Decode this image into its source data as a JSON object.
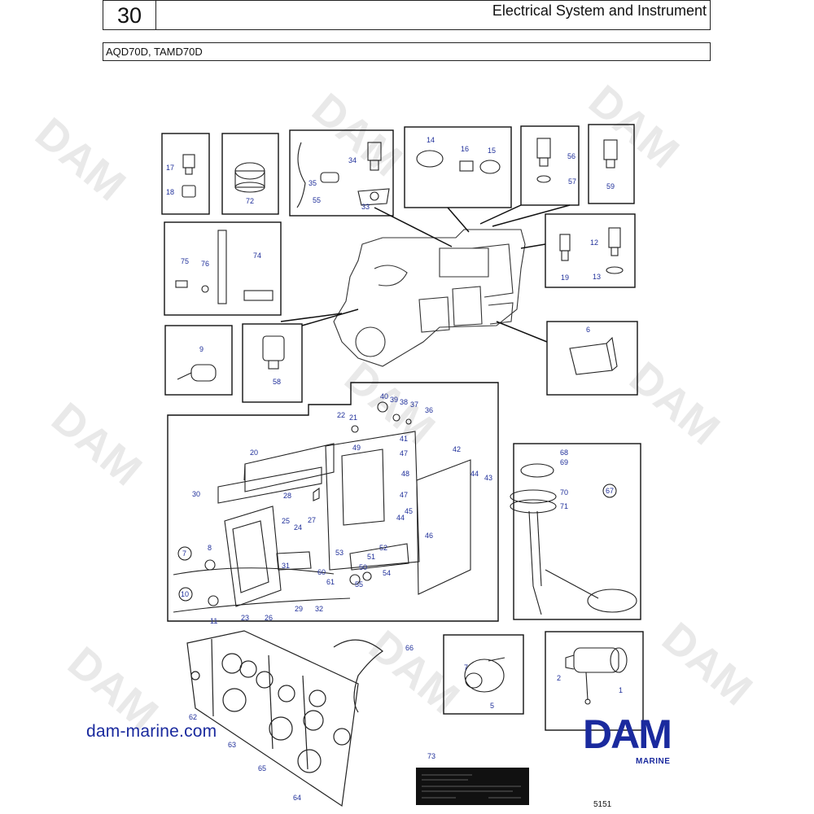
{
  "header": {
    "section_number": "30",
    "title": "Electrical System and Instrument"
  },
  "models": "AQD70D, TAMD70D",
  "watermark": "DAM",
  "website": "dam-marine.com",
  "logo": {
    "text": "DAM",
    "subtitle": "MARINE",
    "color": "#1a2a9e"
  },
  "drawing_code": "5151",
  "part_labels": {
    "p17": "17",
    "p18": "18",
    "p72": "72",
    "p34": "34",
    "p35": "35",
    "p55": "55",
    "p33": "33",
    "p14": "14",
    "p16": "16",
    "p15": "15",
    "p56": "56",
    "p57": "57",
    "p59": "59",
    "p75": "75",
    "p76": "76",
    "p74": "74",
    "p12": "12",
    "p19": "19",
    "p13": "13",
    "p9": "9",
    "p58": "58",
    "p6": "6",
    "p40": "40",
    "p39": "39",
    "p38": "38",
    "p37": "37",
    "p36": "36",
    "p22": "22",
    "p21": "21",
    "p41": "41",
    "p49": "49",
    "p47a": "47",
    "p20": "20",
    "p42": "42",
    "p48": "48",
    "p44a": "44",
    "p43": "43",
    "p30": "30",
    "p28": "28",
    "p47b": "47",
    "p25": "25",
    "p24": "24",
    "p27": "27",
    "p45": "45",
    "p44b": "44",
    "p46": "46",
    "p7a": "7",
    "p8": "8",
    "p53": "53",
    "p52": "52",
    "p51": "51",
    "p31": "31",
    "p50": "50",
    "p54": "54",
    "p60": "60",
    "p61": "61",
    "p55b": "55",
    "p10": "10",
    "p29": "29",
    "p32": "32",
    "p11": "11",
    "p23": "23",
    "p26": "26",
    "p68": "68",
    "p69": "69",
    "p67": "67",
    "p70": "70",
    "p71": "71",
    "p66": "66",
    "p7b": "7",
    "p5": "5",
    "p2": "2",
    "p1": "1",
    "p62": "62",
    "p63": "63",
    "p65": "65",
    "p64": "64",
    "p73": "73"
  }
}
